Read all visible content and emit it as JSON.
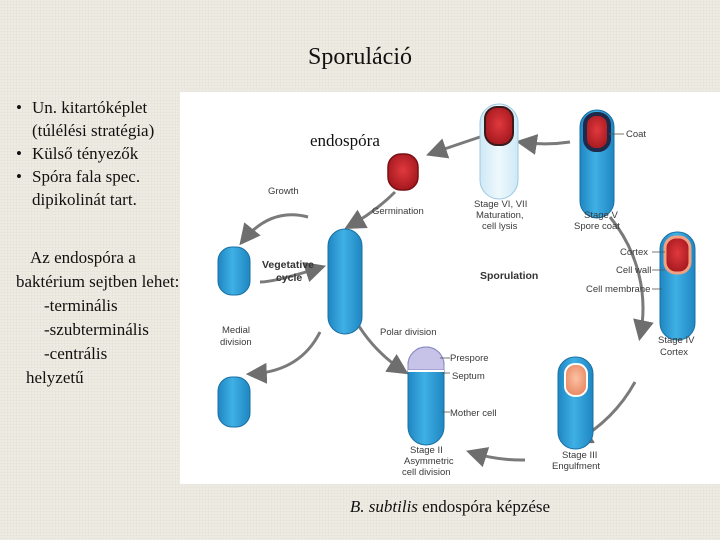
{
  "slide": {
    "title": "Sporuláció",
    "bullets": [
      "Un. kitartóképlet (túlélési stratégia)",
      "Külső tényezők",
      "Spóra fala spec. dipikolinát tart."
    ],
    "paragraph": {
      "line1": "Az endospóra a baktérium sejtben lehet:",
      "item1": "-terminális",
      "item2": "-szubterminális",
      "item3": "-centrális",
      "tail": "helyzetű"
    },
    "endospora_label": "endospóra",
    "caption_italic": "B. subtilis",
    "caption_rest": " endospóra képzése"
  },
  "diagram": {
    "cycle_labels": {
      "growth": "Growth",
      "vegetative_1": "Vegetative",
      "vegetative_2": "cycle",
      "medial_1": "Medial",
      "medial_2": "division",
      "sporulation": "Sporulation",
      "germination": "Germination",
      "polar": "Polar division"
    },
    "stage_labels": {
      "s67_1": "Stage VI, VII",
      "s67_2": "Maturation,",
      "s67_3": "cell lysis",
      "s5_1": "Stage V",
      "s5_2": "Spore coat",
      "s4_1": "Stage IV",
      "s4_2": "Cortex",
      "s3_1": "Stage III",
      "s3_2": "Engulfment",
      "s2_1": "Stage II",
      "s2_2": "Asymmetric",
      "s2_3": "cell division"
    },
    "part_labels": {
      "coat": "Coat",
      "cortex": "Cortex",
      "cell_wall": "Cell wall",
      "cell_membrane": "Cell membrane",
      "prespore": "Prespore",
      "septum": "Septum",
      "mother_cell": "Mother cell"
    },
    "colors": {
      "cell_blue": "#2f9fd6",
      "cell_light": "#8fd0ef",
      "spore_red": "#c0282c",
      "spore_dark": "#1f2a4a",
      "cortex_orange": "#f29a74",
      "arrow_gray": "#6e6e6e"
    }
  }
}
